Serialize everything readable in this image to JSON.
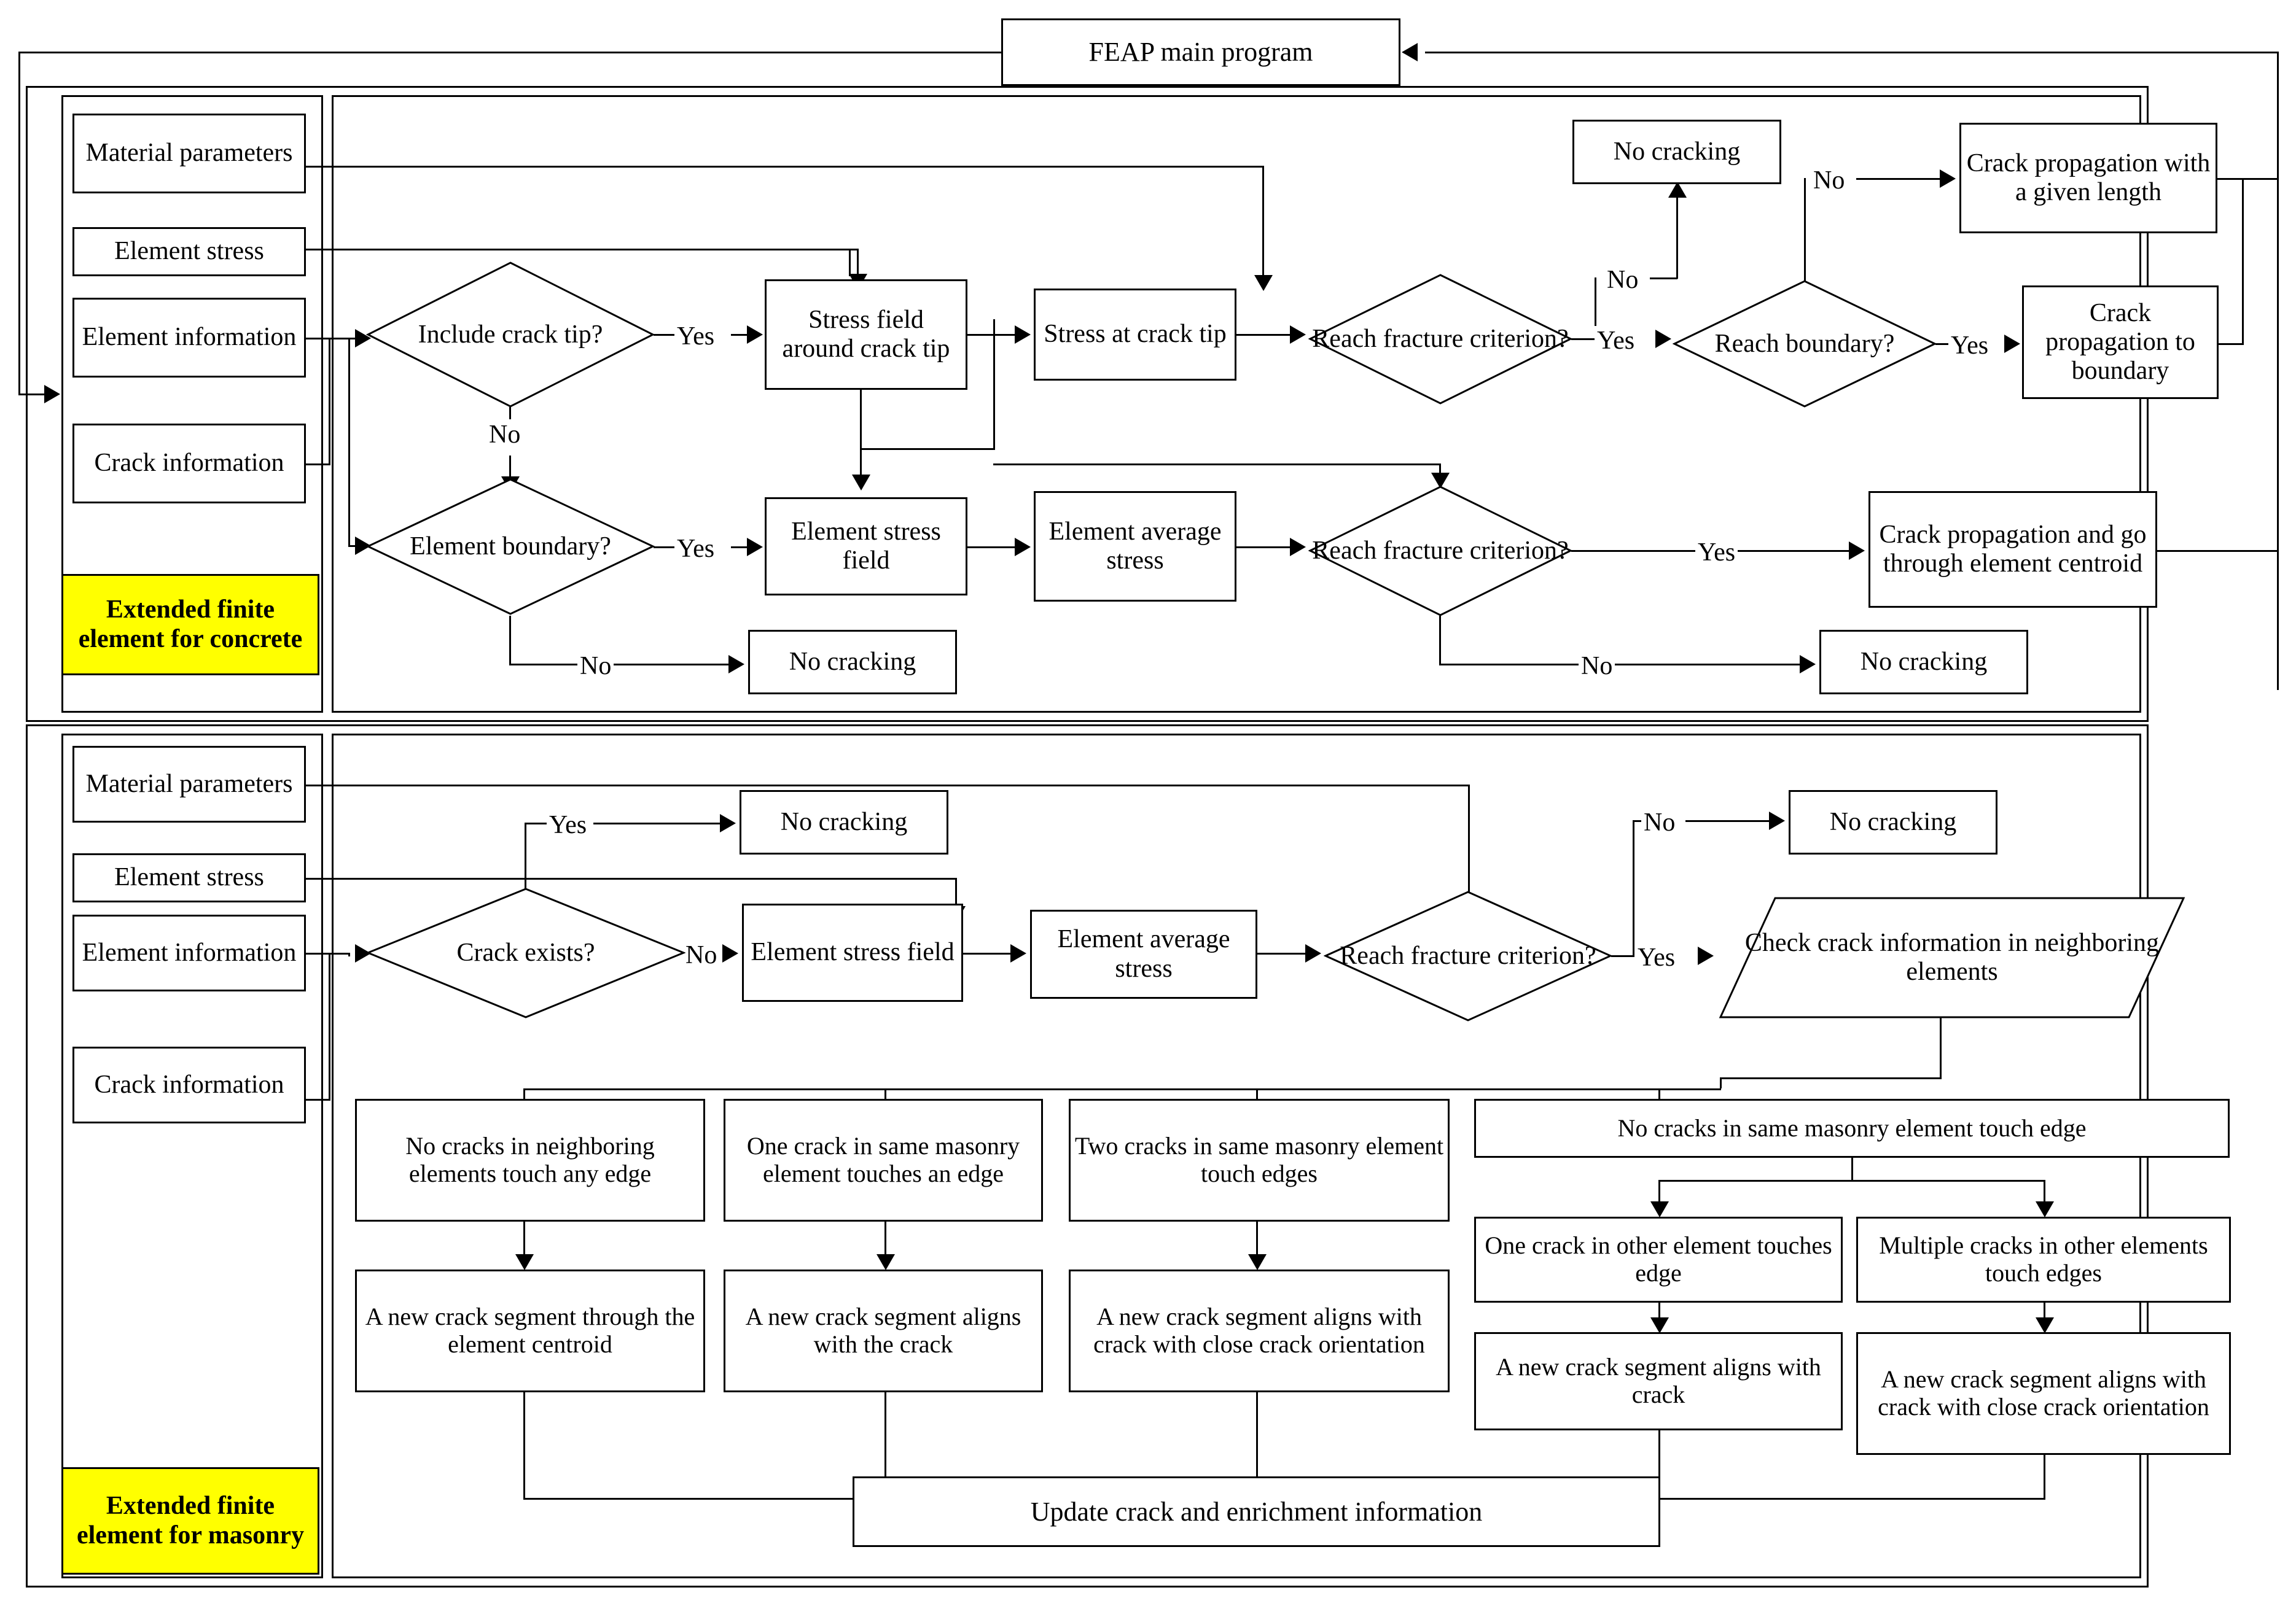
{
  "diagram": {
    "title": "FEAP XFEM crack propagation flowchart",
    "main_program": "FEAP main program",
    "colors": {
      "highlight": "#ffff00",
      "line": "#000000",
      "box_fill": "#ffffff"
    }
  },
  "concrete": {
    "section_label": "Extended finite element for concrete",
    "inputs": [
      "Material parameters",
      "Element stress",
      "Element information",
      "Crack information"
    ],
    "nodes": {
      "include_crack_tip": "Include crack tip?",
      "stress_field_around_crack_tip": "Stress field around crack tip",
      "stress_at_crack_tip": "Stress at crack tip",
      "reach_fracture_criterion_top": "Reach fracture criterion?",
      "no_cracking_top": "No cracking",
      "reach_boundary": "Reach boundary?",
      "crack_prop_given_length": "Crack propagation with a given length",
      "crack_prop_to_boundary": "Crack propagation to boundary",
      "element_boundary": "Element boundary?",
      "element_stress_field": "Element stress field",
      "element_average_stress": "Element average stress",
      "reach_fracture_criterion_bottom": "Reach fracture criterion?",
      "crack_prop_centroid": "Crack propagation and go through element centroid",
      "no_cracking_left": "No cracking",
      "no_cracking_bottom": "No cracking"
    },
    "edges": {
      "include_crack_tip_yes": "Yes",
      "include_crack_tip_no": "No",
      "fracture_top_no": "No",
      "fracture_top_yes": "Yes",
      "boundary_no": "No",
      "boundary_yes": "Yes",
      "element_boundary_yes": "Yes",
      "element_boundary_no": "No",
      "fracture_bottom_yes": "Yes",
      "fracture_bottom_no": "No"
    }
  },
  "masonry": {
    "section_label": "Extended finite element for masonry",
    "inputs": [
      "Material parameters",
      "Element stress",
      "Element information",
      "Crack information"
    ],
    "nodes": {
      "crack_exists": "Crack exists?",
      "no_cracking_yes": "No cracking",
      "element_stress_field": "Element stress field",
      "element_average_stress": "Element average stress",
      "reach_fracture_criterion": "Reach fracture criterion?",
      "no_cracking_no": "No cracking",
      "check_crack_info": "Check crack information in neighboring elements",
      "branch1": "No cracks in neighboring elements touch any edge",
      "branch1_result": "A new crack segment through the element centroid",
      "branch2": "One crack in same masonry element touches an edge",
      "branch2_result": "A new crack segment aligns with the crack",
      "branch3": "Two cracks in same masonry element touch edges",
      "branch3_result": "A new crack segment aligns with crack with close crack orientation",
      "branch4": "No cracks in same masonry element touch edge",
      "branch4a": "One crack in other element touches edge",
      "branch4a_result": "A new crack segment aligns with crack",
      "branch4b": "Multiple cracks in other elements touch edges",
      "branch4b_result": "A new crack segment aligns with crack with close crack orientation",
      "update": "Update crack and enrichment information"
    },
    "edges": {
      "crack_exists_yes": "Yes",
      "crack_exists_no": "No",
      "fracture_no": "No",
      "fracture_yes": "Yes"
    }
  }
}
